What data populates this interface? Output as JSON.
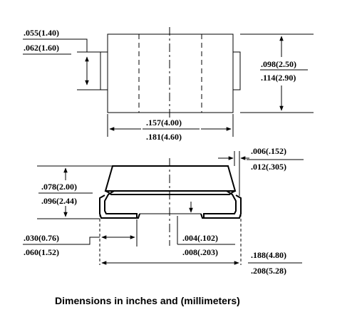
{
  "dimensions": {
    "pad_width_min": ".055(1.40)",
    "pad_width_max": ".062(1.60)",
    "body_width_min": ".098(2.50)",
    "body_width_max": ".114(2.90)",
    "body_length_min": ".157(4.00)",
    "body_length_max": ".181(4.60)",
    "lead_thickness_min": ".006(.152)",
    "lead_thickness_max": ".012(.305)",
    "height_min": ".078(2.00)",
    "height_max": ".096(2.44)",
    "lead_length_min": ".030(0.76)",
    "lead_length_max": ".060(1.52)",
    "standoff_min": ".004(.102)",
    "standoff_max": ".008(.203)",
    "overall_length_min": ".188(4.80)",
    "overall_length_max": ".208(5.28)"
  },
  "caption": "Dimensions in inches and (millimeters)"
}
